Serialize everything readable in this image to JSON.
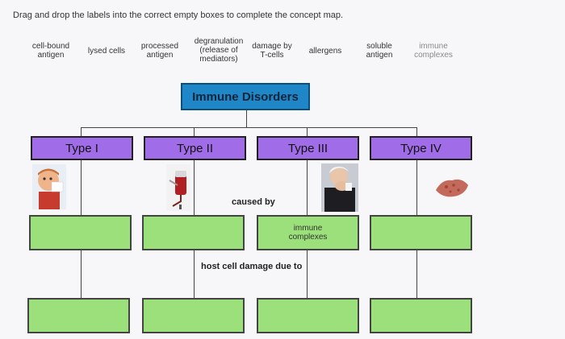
{
  "instructions": "Drag and drop the labels into the correct empty boxes to complete the concept map.",
  "chips": [
    {
      "label": "cell-bound\nantigen"
    },
    {
      "label": "lysed cells"
    },
    {
      "label": "processed\nantigen"
    },
    {
      "label": "degranulation\n(release of\nmediators)"
    },
    {
      "label": "damage by\nT-cells"
    },
    {
      "label": "allergens"
    },
    {
      "label": "soluble\nantigen"
    },
    {
      "label": "immune\ncomplexes"
    }
  ],
  "map": {
    "title": "Immune Disorders",
    "types": [
      "Type I",
      "Type II",
      "Type III",
      "Type IV"
    ],
    "caused_by": "caused by",
    "host_damage": "host cell damage due to",
    "placed_label": "immune\ncomplexes"
  },
  "images": {
    "type1": "child-sneezing-image",
    "type2": "blood-bag-image",
    "type3": "man-coughing-image",
    "type4": "skin-rash-image"
  }
}
